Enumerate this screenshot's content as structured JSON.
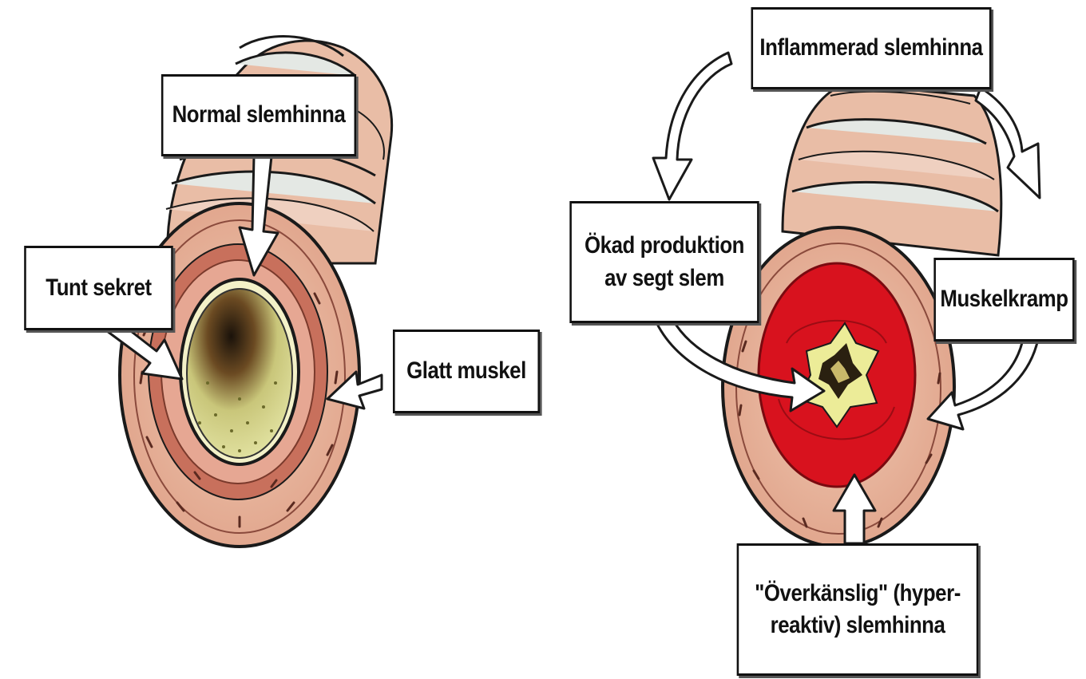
{
  "labels": {
    "normal_mucosa": "Normal slemhinna",
    "thin_secretion": "Tunt sekret",
    "smooth_muscle": "Glatt muskel",
    "inflamed_mucosa": "Inflammerad slemhinna",
    "mucus_line1": "Ökad produktion",
    "mucus_line2": "av segt slem",
    "muscle_spasm": "Muskelkramp",
    "hyper_line1": "\"Överkänslig\" (hyper-",
    "hyper_line2": "reaktiv) slemhinna"
  },
  "colors": {
    "outer_wall": "#e8b49a",
    "muscle_band": "#c96a55",
    "cartilage": "#e4e8e4",
    "lumen_normal": "#e3e4a6",
    "inflamed_red": "#d8121e",
    "lumen_narrow": "#ecec98",
    "outline": "#1a1a1a"
  }
}
